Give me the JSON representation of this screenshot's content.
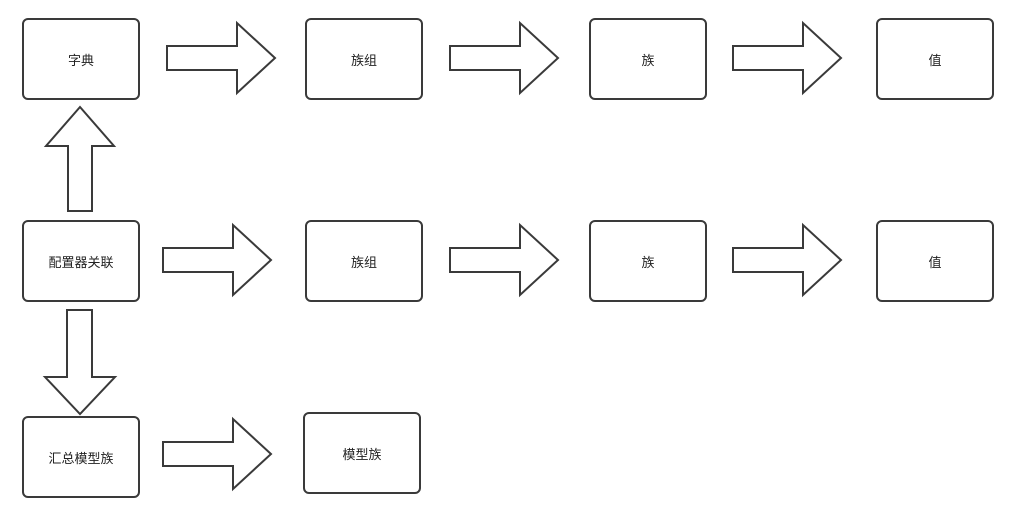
{
  "diagram": {
    "row1": {
      "start": "字典",
      "group": "族组",
      "family": "族",
      "value": "值"
    },
    "row2": {
      "start": "配置器关联",
      "group": "族组",
      "family": "族",
      "value": "值"
    },
    "row3": {
      "start": "汇总模型族",
      "target": "模型族"
    }
  },
  "style": {
    "stroke": "#3a3a3a",
    "fill": "#ffffff",
    "text": "#222222"
  }
}
